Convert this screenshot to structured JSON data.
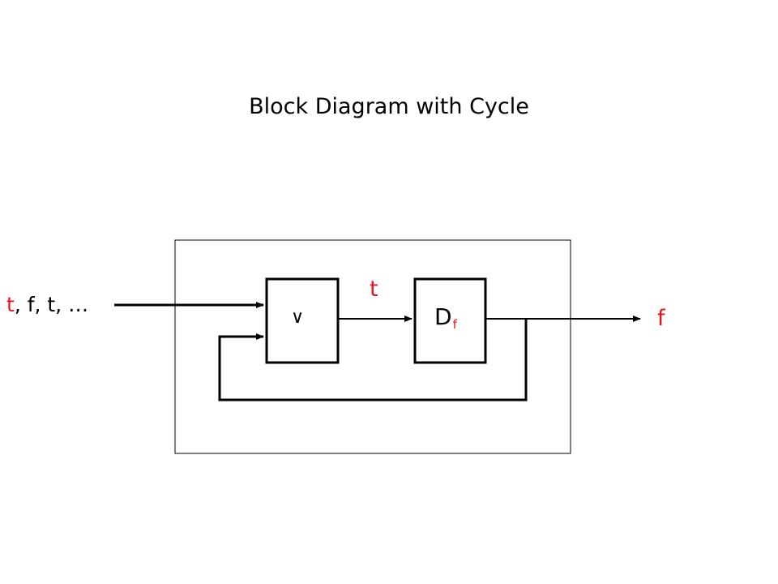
{
  "title": "Block Diagram with Cycle",
  "input": {
    "first": "t",
    "rest": ", f, t, …"
  },
  "blocks": {
    "or_gate_symbol": "∨",
    "delay_main": "D",
    "delay_sub": "f"
  },
  "signals": {
    "intermediate": "t",
    "output": "f"
  },
  "colors": {
    "highlight": "#e8141c",
    "line": "#000000"
  }
}
